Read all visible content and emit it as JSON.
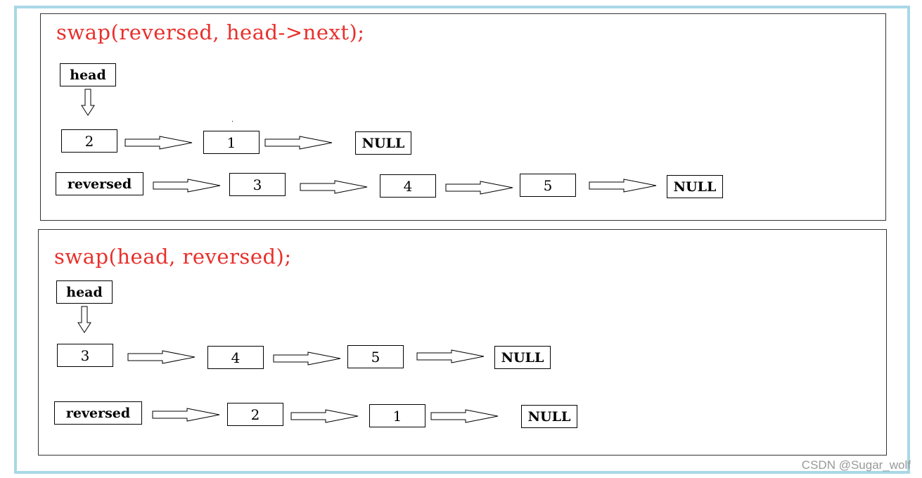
{
  "panel_top": {
    "code": "swap(reversed, head->next);",
    "head_label": "head",
    "row1": [
      "2",
      "1",
      "NULL"
    ],
    "reversed_label": "reversed",
    "row2": [
      "3",
      "4",
      "5",
      "NULL"
    ]
  },
  "panel_bottom": {
    "code": "swap(head, reversed);",
    "head_label": "head",
    "row1": [
      "3",
      "4",
      "5",
      "NULL"
    ],
    "reversed_label": "reversed",
    "row2": [
      "2",
      "1",
      "NULL"
    ]
  },
  "watermark": "CSDN @Sugar_wolf",
  "colors": {
    "code": "#e8302c",
    "frame": "#a8d8e6"
  }
}
